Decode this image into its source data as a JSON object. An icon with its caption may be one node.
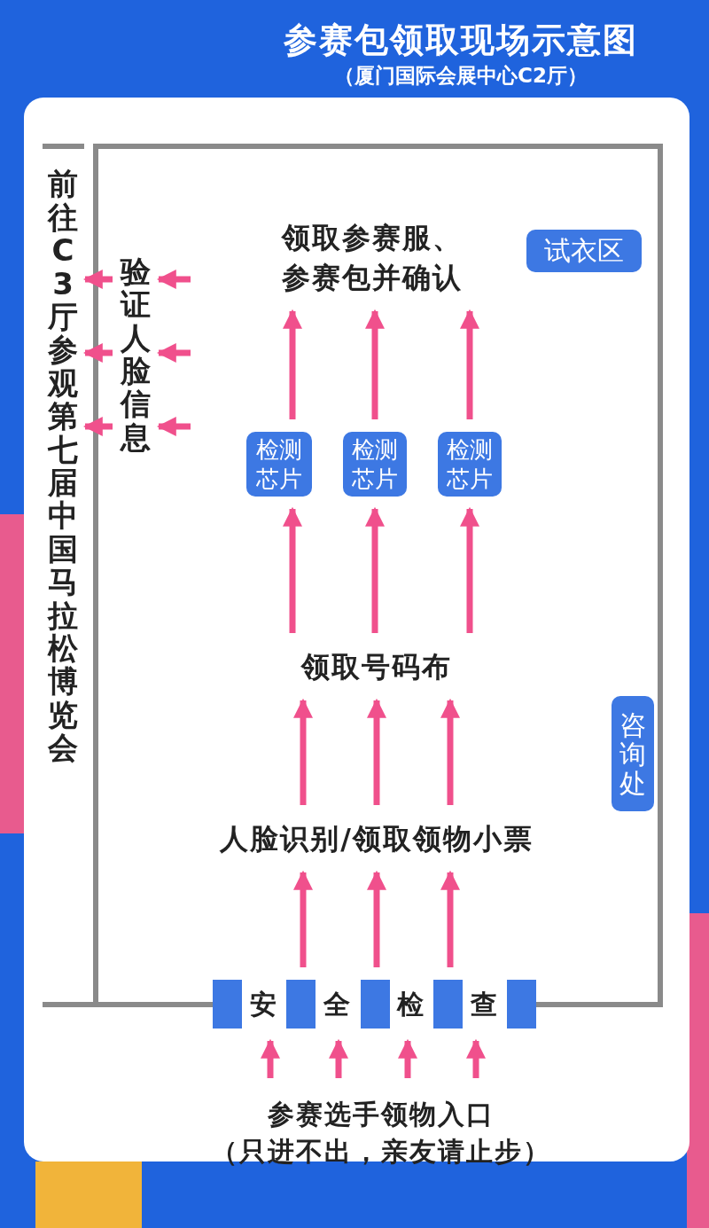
{
  "diagram": {
    "title": "参赛包领取现场示意图",
    "nodes": [
      {
        "text": [
          "参赛选手领物入口",
          "（只进不出，亲友请止步）"
        ]
      },
      {
        "text": [
          "安全检查"
        ]
      },
      {
        "text": [
          "人脸识别/领取领物小票"
        ]
      },
      {
        "text": [
          "领取号码布"
        ]
      },
      {
        "text": [
          "检测芯片"
        ]
      },
      {
        "text": [
          "检测芯片"
        ]
      },
      {
        "text": [
          "检测芯片"
        ]
      },
      {
        "text": [
          "领取参赛服、参赛包并确认"
        ]
      },
      {
        "text": [
          "试衣区"
        ]
      },
      {
        "text": [
          "咨询处"
        ]
      },
      {
        "text": [
          "验证人脸信息"
        ]
      },
      {
        "text": [
          "前往C3厅参观第七届中国马拉松博览会"
        ]
      }
    ],
    "edges": [
      {
        "from": 0,
        "to": 1,
        "arrow": "to"
      },
      {
        "from": 0,
        "to": 1,
        "arrow": "to"
      },
      {
        "from": 0,
        "to": 1,
        "arrow": "to"
      },
      {
        "from": 0,
        "to": 1,
        "arrow": "to"
      },
      {
        "from": 1,
        "to": 2,
        "arrow": "to"
      },
      {
        "from": 1,
        "to": 2,
        "arrow": "to"
      },
      {
        "from": 1,
        "to": 2,
        "arrow": "to"
      },
      {
        "from": 2,
        "to": 3,
        "arrow": "to"
      },
      {
        "from": 2,
        "to": 3,
        "arrow": "to"
      },
      {
        "from": 2,
        "to": 3,
        "arrow": "to"
      },
      {
        "from": 3,
        "to": 4,
        "arrow": "to"
      },
      {
        "from": 3,
        "to": 5,
        "arrow": "to"
      },
      {
        "from": 3,
        "to": 6,
        "arrow": "to"
      },
      {
        "from": 4,
        "to": 7,
        "arrow": "to"
      },
      {
        "from": 5,
        "to": 7,
        "arrow": "to"
      },
      {
        "from": 6,
        "to": 7,
        "arrow": "to"
      },
      {
        "from": null,
        "to": 10,
        "arrow": "to"
      },
      {
        "from": null,
        "to": 10,
        "arrow": "to"
      },
      {
        "from": null,
        "to": 10,
        "arrow": "to"
      },
      {
        "from": 10,
        "to": 11,
        "arrow": "to"
      },
      {
        "from": 10,
        "to": 11,
        "arrow": "to"
      },
      {
        "from": 10,
        "to": 11,
        "arrow": "to"
      }
    ],
    "labels": [
      "（厦门国际会展中心C2厅）"
    ]
  }
}
